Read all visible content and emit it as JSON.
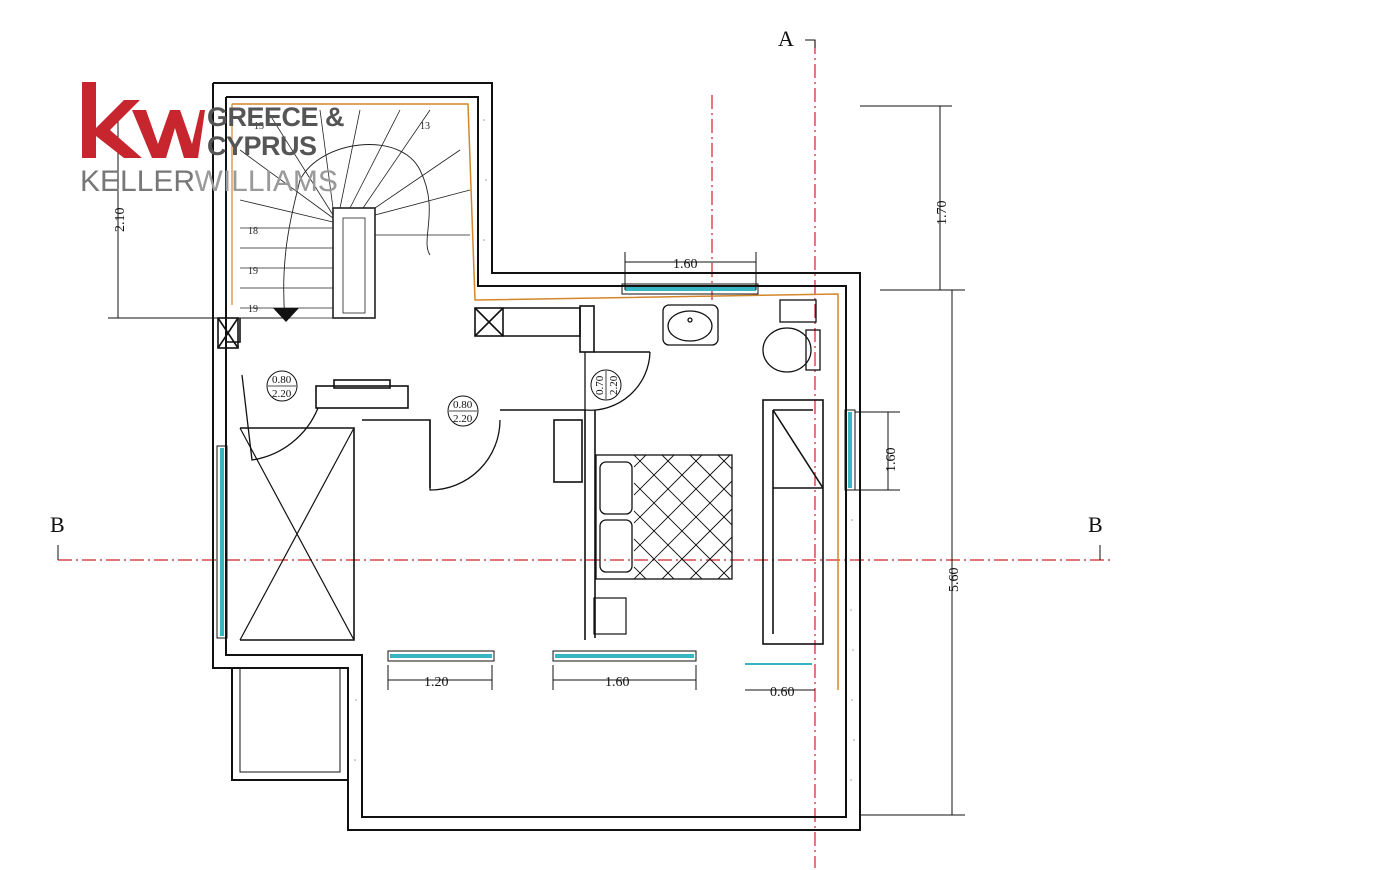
{
  "logo": {
    "mark": "kw",
    "line1": "GREECE &",
    "line2": "CYPRUS",
    "brand_part1": "KELLER",
    "brand_part2": "WILLIAMS",
    "brand_color": "#c8262f"
  },
  "section_labels": {
    "a": "A",
    "b_left": "B",
    "b_right": "B"
  },
  "dimensions": {
    "stair_height": "2.10",
    "right_top": "1.70",
    "right_total": "5.60",
    "right_window": "1.60",
    "top_window": "1.60",
    "bottom_window_1": "1.20",
    "bottom_window_2": "1.60",
    "bottom_window_3": "0.60"
  },
  "doors": {
    "d1_width": "0.80",
    "d1_height": "2.20",
    "d2_width": "0.80",
    "d2_height": "2.20",
    "d3_width": "0.70",
    "d3_height": "2.20"
  },
  "stairs": {
    "s1": "13",
    "s2": "13",
    "s3": "18",
    "s4": "19",
    "s5": "19"
  },
  "colors": {
    "wall": "#111111",
    "glass": "#37b6c2",
    "finish": "#d4862a",
    "section": "#d0202a"
  }
}
